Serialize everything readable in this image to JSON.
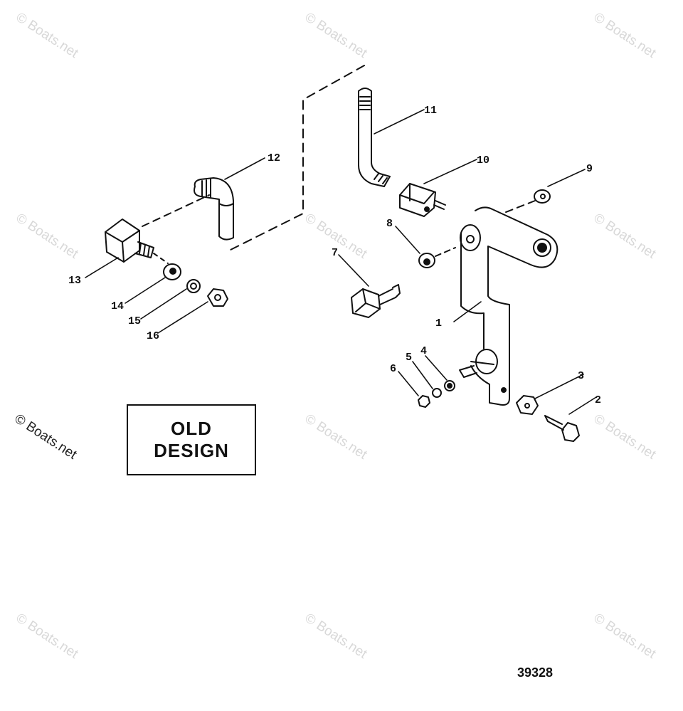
{
  "watermark": {
    "text": "© Boats.net",
    "count": 12
  },
  "callouts": [
    "1",
    "2",
    "3",
    "4",
    "5",
    "6",
    "7",
    "8",
    "9",
    "10",
    "11",
    "12",
    "13",
    "14",
    "15",
    "16"
  ],
  "design_label": {
    "line1": "OLD",
    "line2": "DESIGN"
  },
  "figure_number": "39328",
  "colors": {
    "ink": "#111111",
    "watermark": "#d8d8d8"
  }
}
